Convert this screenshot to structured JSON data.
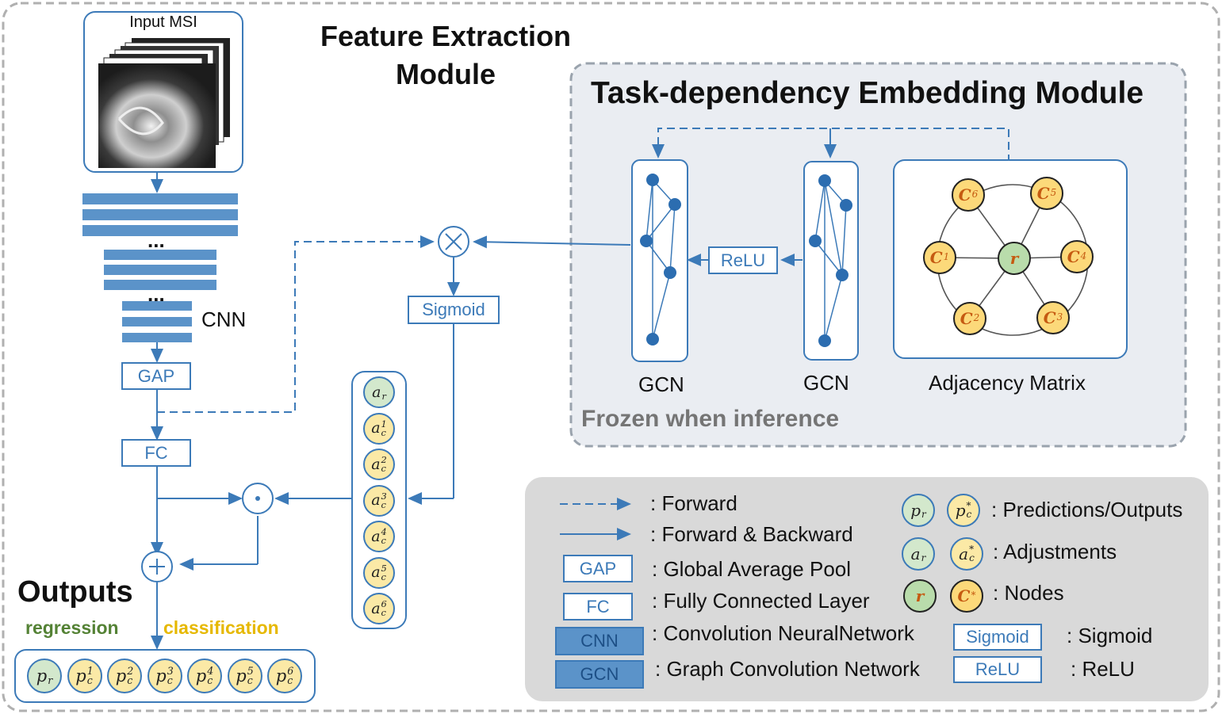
{
  "feature_module": {
    "title_line1": "Feature Extraction",
    "title_line2": "Module",
    "input_label": "Input MSI",
    "cnn_label": "CNN",
    "dots": "...",
    "gap_label": "GAP",
    "fc_label": "FC",
    "sigmoid_label": "Sigmoid",
    "multiply_symbol": "⊗",
    "dot_symbol": "⊙",
    "plus_symbol": "⊕"
  },
  "embedding_module": {
    "title": "Task-dependency Embedding Module",
    "gcn1_label": "GCN",
    "gcn2_label": "GCN",
    "relu_label": "ReLU",
    "adjacency_label": "Adjacency Matrix",
    "frozen_note": "Frozen when inference",
    "nodes": [
      {
        "base": "C",
        "sup": "6",
        "kind": "class"
      },
      {
        "base": "C",
        "sup": "5",
        "kind": "class"
      },
      {
        "base": "C",
        "sup": "1",
        "kind": "class"
      },
      {
        "base": "r",
        "sup": "",
        "kind": "reg"
      },
      {
        "base": "C",
        "sup": "4",
        "kind": "class"
      },
      {
        "base": "C",
        "sup": "2",
        "kind": "class"
      },
      {
        "base": "C",
        "sup": "3",
        "kind": "class"
      }
    ]
  },
  "adjustments": [
    {
      "base": "a",
      "sub": "r",
      "sup": "",
      "kind": "reg"
    },
    {
      "base": "a",
      "sub": "c",
      "sup": "1",
      "kind": "class"
    },
    {
      "base": "a",
      "sub": "c",
      "sup": "2",
      "kind": "class"
    },
    {
      "base": "a",
      "sub": "c",
      "sup": "3",
      "kind": "class"
    },
    {
      "base": "a",
      "sub": "c",
      "sup": "4",
      "kind": "class"
    },
    {
      "base": "a",
      "sub": "c",
      "sup": "5",
      "kind": "class"
    },
    {
      "base": "a",
      "sub": "c",
      "sup": "6",
      "kind": "class"
    }
  ],
  "outputs": {
    "title": "Outputs",
    "regression_label": "regression",
    "classification_label": "classification",
    "items": [
      {
        "base": "p",
        "sub": "r",
        "sup": "",
        "kind": "reg"
      },
      {
        "base": "p",
        "sub": "c",
        "sup": "1",
        "kind": "class"
      },
      {
        "base": "p",
        "sub": "c",
        "sup": "2",
        "kind": "class"
      },
      {
        "base": "p",
        "sub": "c",
        "sup": "3",
        "kind": "class"
      },
      {
        "base": "p",
        "sub": "c",
        "sup": "4",
        "kind": "class"
      },
      {
        "base": "p",
        "sub": "c",
        "sup": "5",
        "kind": "class"
      },
      {
        "base": "p",
        "sub": "c",
        "sup": "6",
        "kind": "class"
      }
    ]
  },
  "legend": {
    "forward": ": Forward",
    "forward_backward": ": Forward & Backward",
    "gap_box": "GAP",
    "gap_desc": ": Global Average Pool",
    "fc_box": "FC",
    "fc_desc": ": Fully Connected Layer",
    "cnn_box": "CNN",
    "cnn_desc": ": Convolution NeuralNetwork",
    "gcn_box": "GCN",
    "gcn_desc": ": Graph Convolution Network",
    "predictions_desc": ": Predictions/Outputs",
    "adjustments_desc": ": Adjustments",
    "nodes_desc": ": Nodes",
    "sigmoid_box": "Sigmoid",
    "sigmoid_desc": ": Sigmoid",
    "relu_box": "ReLU",
    "relu_desc": ": ReLU",
    "pred_r": {
      "base": "p",
      "sub": "r",
      "sup": ""
    },
    "pred_c": {
      "base": "p",
      "sub": "c",
      "sup": "*"
    },
    "adj_r": {
      "base": "a",
      "sub": "r",
      "sup": ""
    },
    "adj_c": {
      "base": "a",
      "sub": "c",
      "sup": "*"
    },
    "node_r": {
      "base": "r",
      "sup": ""
    },
    "node_c": {
      "base": "C",
      "sup": "*"
    }
  },
  "colors": {
    "blue": "#3c7ab8",
    "reg_fill": "#d3e8cc",
    "class_fill": "#fbe9a6",
    "node_class_fill": "#fcd97a",
    "node_reg_fill": "#b9dcab",
    "node_text": "#c55a11",
    "regression_text": "#548235",
    "classification_text": "#e6b800"
  }
}
